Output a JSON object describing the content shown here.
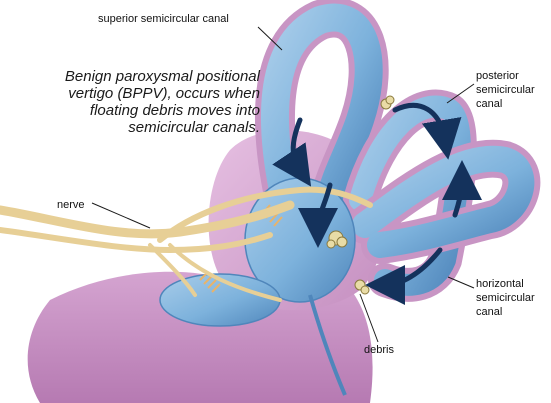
{
  "caption": {
    "lines": [
      "Benign paroxysmal positional",
      "vertigo (BPPV), occurs when",
      "floating debris moves into",
      "semicircular canals."
    ]
  },
  "labels": {
    "superior": "superior semicircular canal",
    "posterior": [
      "posterior",
      "semicircular",
      "canal"
    ],
    "nerve": "nerve",
    "horizontal": [
      "horizontal",
      "semicircular",
      "canal"
    ],
    "debris": "debris"
  },
  "colors": {
    "canal_fill": "#7db2dc",
    "canal_dark": "#4f86bb",
    "membrane": "#d7a6d2",
    "nerve": "#e7cf96",
    "arrow": "#14325c",
    "debris": "#e9dca6"
  }
}
